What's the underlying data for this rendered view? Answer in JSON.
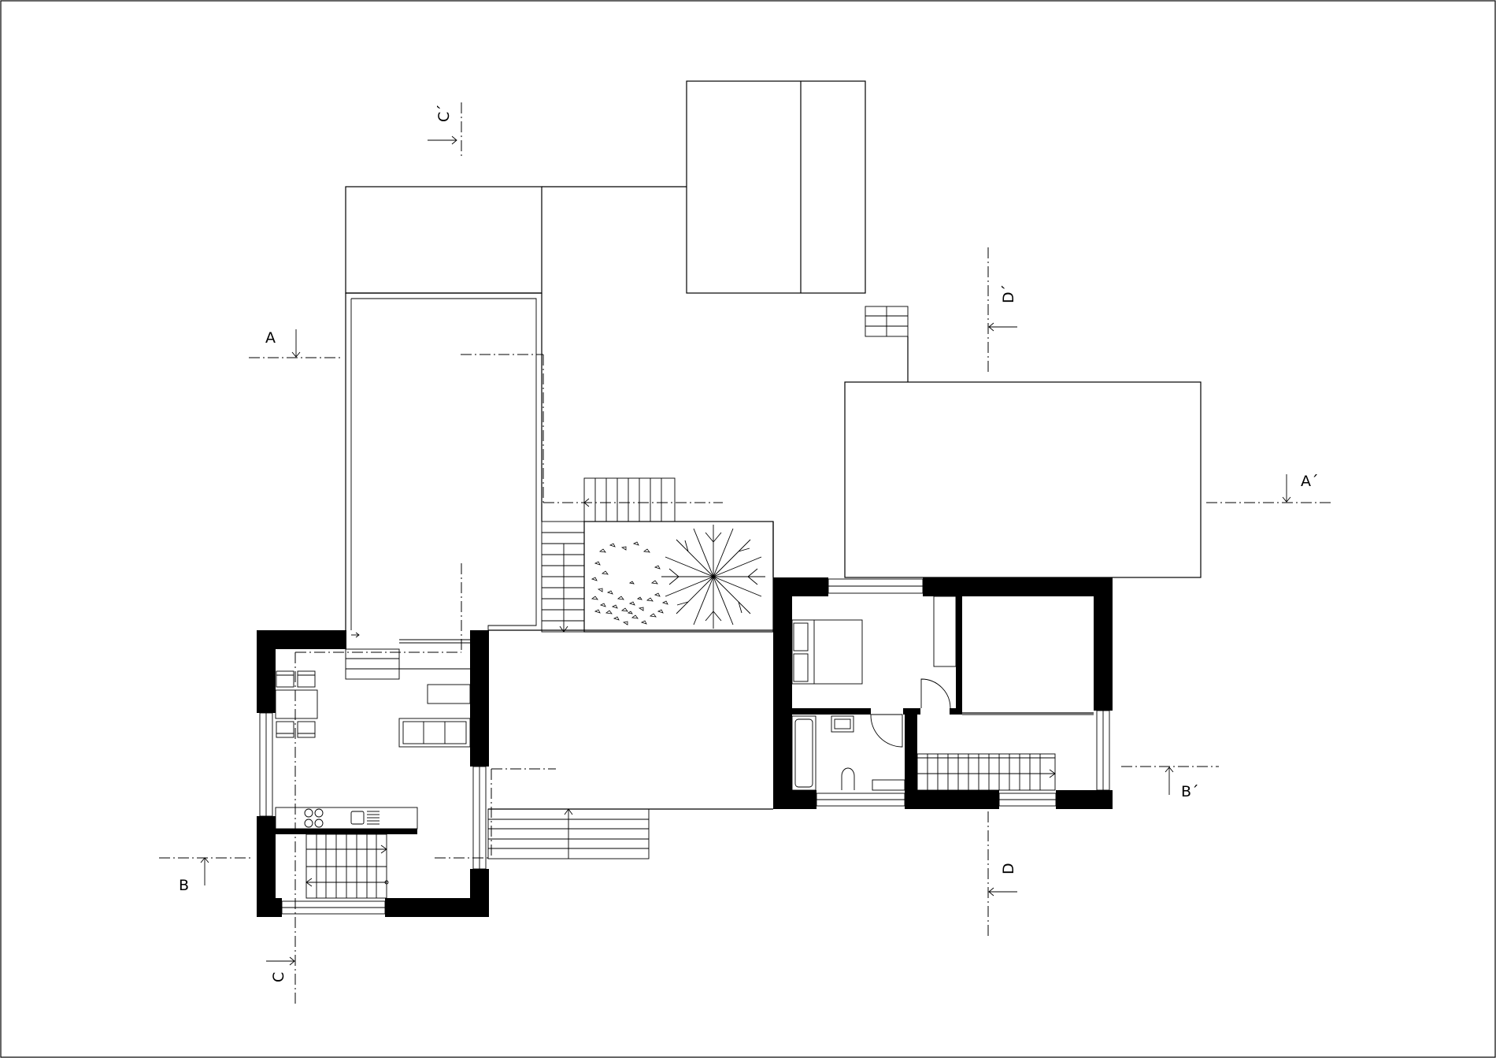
{
  "labels": {
    "a": "A",
    "a_prime": "A´",
    "b": "B",
    "b_prime": "B´",
    "c": "C",
    "c_prime": "C´",
    "d": "D",
    "d_prime": "D´"
  },
  "colors": {
    "ink": "#000000",
    "paper": "#ffffff"
  }
}
